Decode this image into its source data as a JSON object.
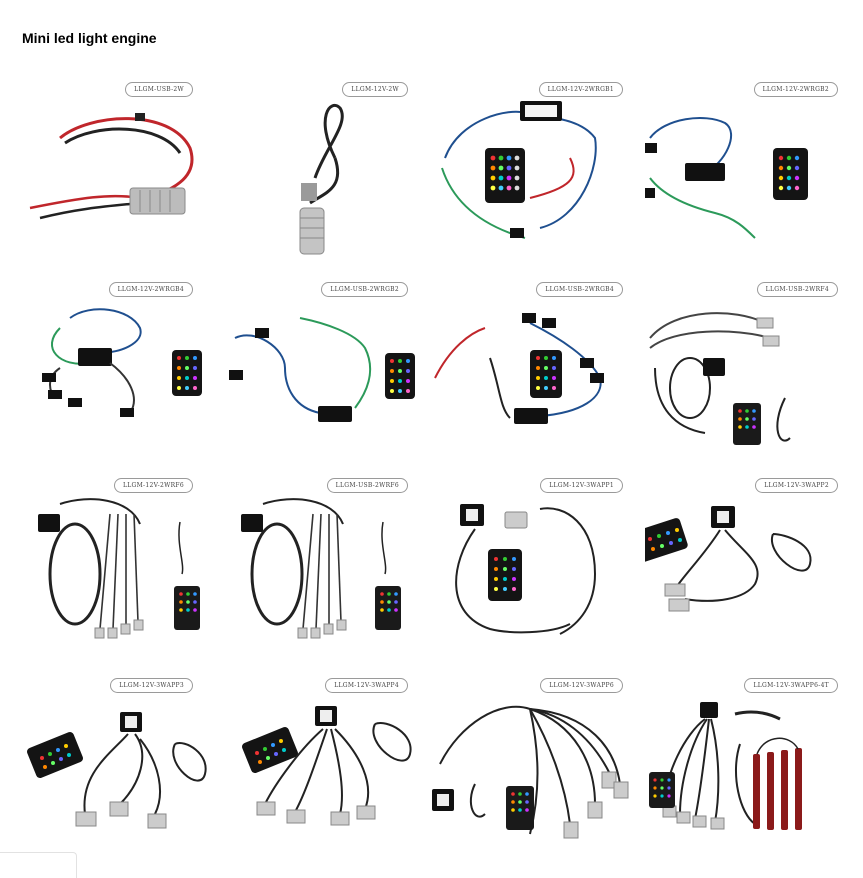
{
  "page": {
    "title": "Mini led light engine"
  },
  "products": [
    {
      "model": "LLGM-USB-2W"
    },
    {
      "model": "LLGM-12V-2W"
    },
    {
      "model": "LLGM-12V-2WRGB1"
    },
    {
      "model": "LLGM-12V-2WRGB2"
    },
    {
      "model": "LLGM-12V-2WRGB4"
    },
    {
      "model": "LLGM-USB-2WRGB2"
    },
    {
      "model": "LLGM-USB-2WRGB4"
    },
    {
      "model": "LLGM-USB-2WRF4"
    },
    {
      "model": "LLGM-12V-2WRF6"
    },
    {
      "model": "LLGM-USB-2WRF6"
    },
    {
      "model": "LLGM-12V-3WAPP1"
    },
    {
      "model": "LLGM-12V-3WAPP2"
    },
    {
      "model": "LLGM-12V-3WAPP3"
    },
    {
      "model": "LLGM-12V-3WAPP4"
    },
    {
      "model": "LLGM-12V-3WAPP6"
    },
    {
      "model": "LLGM-12V-3WAPP6-4T"
    }
  ]
}
